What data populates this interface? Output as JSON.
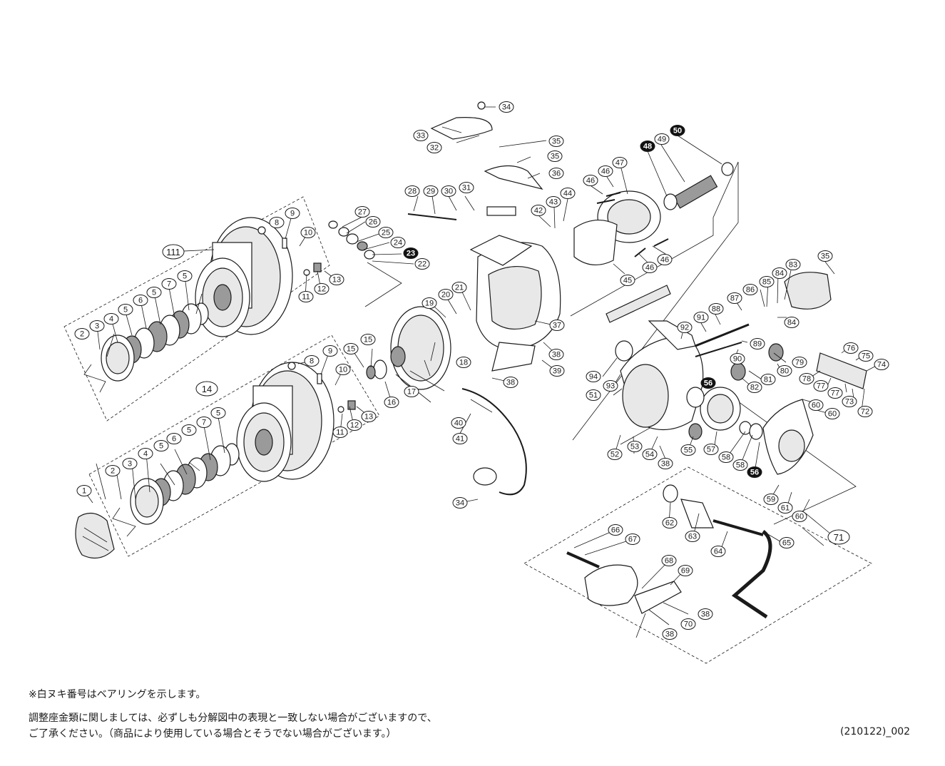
{
  "notes": {
    "bearing_note": "※白ヌキ番号はベアリングを示します。",
    "shim_line1": "調整座金類に関しましては、必ずしも分解図中の表現と一致しない場合がございますので、",
    "shim_line2": "ご了承ください。（商品により使用している場合とそうでない場合がございます。）",
    "code": "(210122)_002"
  },
  "diagram": {
    "group_labels": [
      "111",
      "14",
      "71"
    ],
    "filled_labels": [
      "23",
      "48",
      "50",
      "56"
    ],
    "callouts": [
      "1",
      "2",
      "3",
      "4",
      "5",
      "6",
      "7",
      "8",
      "9",
      "10",
      "11",
      "12",
      "13",
      "15",
      "16",
      "17",
      "18",
      "19",
      "20",
      "21",
      "22",
      "24",
      "25",
      "26",
      "27",
      "28",
      "29",
      "30",
      "31",
      "32",
      "33",
      "34",
      "35",
      "36",
      "37",
      "38",
      "39",
      "40",
      "41",
      "42",
      "43",
      "44",
      "45",
      "46",
      "47",
      "49",
      "51",
      "52",
      "53",
      "54",
      "55",
      "57",
      "58",
      "59",
      "60",
      "61",
      "62",
      "63",
      "64",
      "65",
      "66",
      "67",
      "68",
      "69",
      "70",
      "72",
      "73",
      "74",
      "75",
      "76",
      "77",
      "78",
      "79",
      "80",
      "81",
      "82",
      "83",
      "84",
      "85",
      "86",
      "87",
      "88",
      "89",
      "90",
      "91",
      "92",
      "93",
      "94"
    ]
  }
}
